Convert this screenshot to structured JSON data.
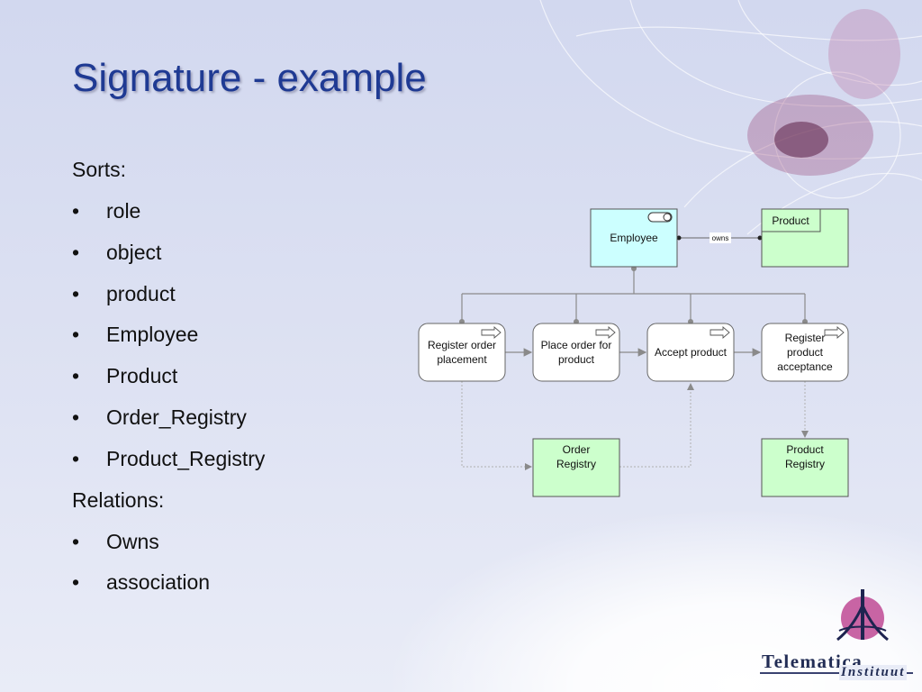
{
  "slide": {
    "title": "Signature - example",
    "sorts_heading": "Sorts:",
    "sorts": [
      "role",
      "object",
      "product",
      "Employee",
      "Product",
      "Order_Registry",
      "Product_Registry"
    ],
    "relations_heading": "Relations:",
    "relations": [
      "Owns",
      "association"
    ],
    "bullet": "•"
  },
  "diagram": {
    "employee_label": "Employee",
    "product_label": "Product",
    "owns_label": "owns",
    "processes": [
      {
        "line1": "Register order",
        "line2": "placement"
      },
      {
        "line1": "Place order for",
        "line2": "product"
      },
      {
        "line1": "Accept product"
      },
      {
        "line1": "Register",
        "line2": "product",
        "line3": "acceptance"
      }
    ],
    "order_registry": {
      "line1": "Order",
      "line2": "Registry"
    },
    "product_registry": {
      "line1": "Product",
      "line2": "Registry"
    }
  },
  "logo": {
    "word1": "Telematica",
    "word2": "Instituut"
  },
  "colors": {
    "title": "#1f3a93",
    "role_fill": "#ccffff",
    "object_fill": "#ccffcc",
    "process_fill": "#ffffff"
  }
}
